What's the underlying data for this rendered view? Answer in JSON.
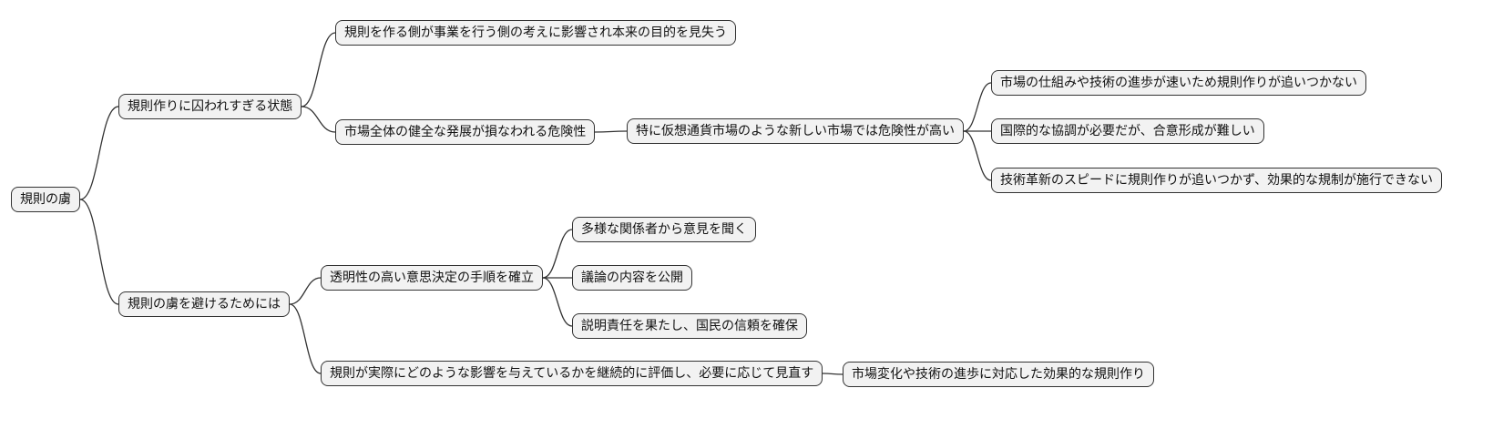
{
  "style": {
    "node_fill": "#f2f2f2",
    "node_border": "#333333",
    "edge_color": "#333333",
    "text_color": "#111111",
    "background": "#ffffff"
  },
  "tree": {
    "label": "規則の虜",
    "children": [
      {
        "label": "規則作りに囚われすぎる状態",
        "children": [
          {
            "label": "規則を作る側が事業を行う側の考えに影響され本来の目的を見失う"
          },
          {
            "label": "市場全体の健全な発展が損なわれる危険性",
            "children": [
              {
                "label": "特に仮想通貨市場のような新しい市場では危険性が高い",
                "children": [
                  {
                    "label": "市場の仕組みや技術の進歩が速いため規則作りが追いつかない"
                  },
                  {
                    "label": "国際的な協調が必要だが、合意形成が難しい"
                  },
                  {
                    "label": "技術革新のスピードに規則作りが追いつかず、効果的な規制が施行できない"
                  }
                ]
              }
            ]
          }
        ]
      },
      {
        "label": "規則の虜を避けるためには",
        "children": [
          {
            "label": "透明性の高い意思決定の手順を確立",
            "children": [
              {
                "label": "多様な関係者から意見を聞く"
              },
              {
                "label": "議論の内容を公開"
              },
              {
                "label": "説明責任を果たし、国民の信頼を確保"
              }
            ]
          },
          {
            "label": "規則が実際にどのような影響を与えているかを継続的に評価し、必要に応じて見直す",
            "children": [
              {
                "label": "市場変化や技術の進歩に対応した効果的な規則作り"
              }
            ]
          }
        ]
      }
    ]
  }
}
